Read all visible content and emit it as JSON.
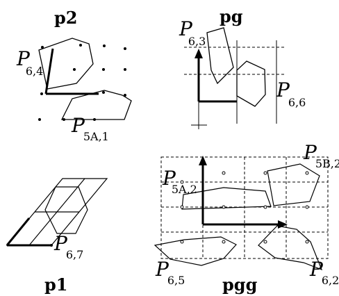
{
  "panels": {
    "p2": {
      "title": "p2",
      "labels": [
        {
          "main": "P",
          "sub": "6,4"
        },
        {
          "main": "P",
          "sub": "5A,1"
        }
      ]
    },
    "pg": {
      "title": "pg",
      "labels": [
        {
          "main": "P",
          "sub": "6,3"
        },
        {
          "main": "P",
          "sub": "6,6"
        }
      ]
    },
    "p1": {
      "title": "p1",
      "labels": [
        {
          "main": "P",
          "sub": "6,7"
        }
      ]
    },
    "pgg": {
      "title": "pgg",
      "labels": [
        {
          "main": "P",
          "sub": "5A,2"
        },
        {
          "main": "P",
          "sub": "5B,2"
        },
        {
          "main": "P",
          "sub": "6,5"
        },
        {
          "main": "P",
          "sub": "6,2"
        }
      ]
    }
  },
  "colors": {
    "ink": "#000000",
    "background": "#ffffff"
  }
}
